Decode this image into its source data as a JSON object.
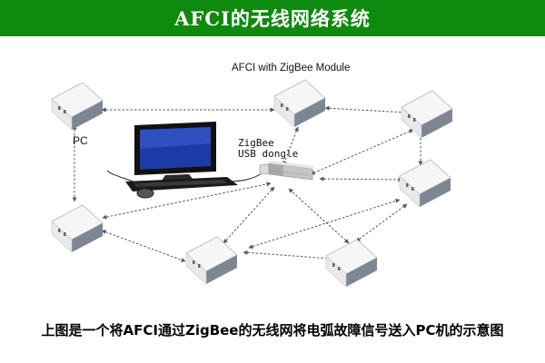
{
  "header": {
    "title": "AFCI的无线网络系统",
    "bg_color": "#0e8a0e"
  },
  "labels": {
    "module": "AFCI with ZigBee Module",
    "pc": "PC",
    "zigbee": "ZigBee",
    "dongle": "USB dongle"
  },
  "caption": "上图是一个将AFCI通过ZigBee的无线网将电弧故障信号送入PC机的示意图",
  "colors": {
    "module_face": "#eeeeee",
    "module_side": "#7c8793",
    "link": "#555555",
    "screen": "#1c3aa8"
  }
}
